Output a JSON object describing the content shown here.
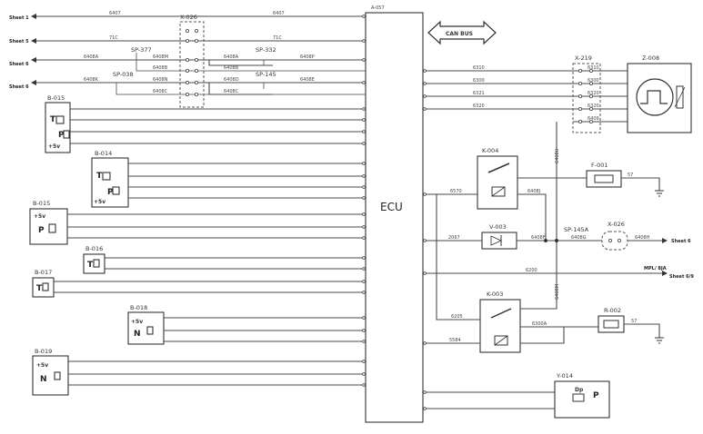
{
  "ecu": {
    "label": "ECU",
    "id": "A-057"
  },
  "canbus": {
    "label": "CAN BUS"
  },
  "connectors": {
    "x026_top": "X-026",
    "x026_right": "X-026",
    "x219": "X-219"
  },
  "splices": {
    "sp377": "SP-377",
    "sp332": "SP-332",
    "sp038": "SP-038",
    "sp145": "SP-145",
    "sp145a": "SP-145A"
  },
  "sheets": {
    "s1": "Sheet 1",
    "s5": "Sheet 5",
    "s6a": "Sheet 6",
    "s6b": "Sheet 6",
    "s6c": "Sheet 6",
    "s69": "Sheet 6/9",
    "mpl": "MPL/ 8JA"
  },
  "wires_left": {
    "w1a": "6407",
    "w1b": "6407",
    "w2a": "71C",
    "w2b": "71C",
    "w3a": "6408A",
    "w3b": "6408M",
    "w3c": "6408A",
    "w3d": "6408P",
    "w4a": "6408B",
    "w4b": "6408B",
    "w5a": "6408K",
    "w5b": "6408N",
    "w5c": "6408D",
    "w5d": "6408E",
    "w6a": "6408C",
    "w6b": "6408C"
  },
  "wires_right": {
    "r1": "6310",
    "r2": "6300",
    "r3": "6321",
    "r4": "6320",
    "x1": "6310",
    "x2": "6300",
    "x3": "6320",
    "x4": "6320",
    "x5": "6409",
    "k1": "6570",
    "k2": "6408J",
    "v1": "2067",
    "v2": "6408F",
    "v3": "6408G",
    "v4": "6408H",
    "f1": "57",
    "f2": "57",
    "m1": "6200",
    "m2": "6205",
    "m3": "6300A",
    "m4": "5584",
    "vert1": "6408U",
    "vert2": "6408M"
  },
  "components": {
    "b015a": "B-015",
    "b014": "B-014",
    "b015b": "B-015",
    "b016": "B-016",
    "b017": "B-017",
    "b018": "B-018",
    "b019": "B-019",
    "k004": "K-004",
    "k003": "K-003",
    "v003": "V-003",
    "f001": "F-001",
    "r002": "R-002",
    "z008": "Z-008",
    "y014": "Y-014"
  },
  "symbols": {
    "t": "T",
    "p": "P",
    "n": "N",
    "v5": "+5v",
    "pp": "P",
    "dp": "Dp"
  }
}
